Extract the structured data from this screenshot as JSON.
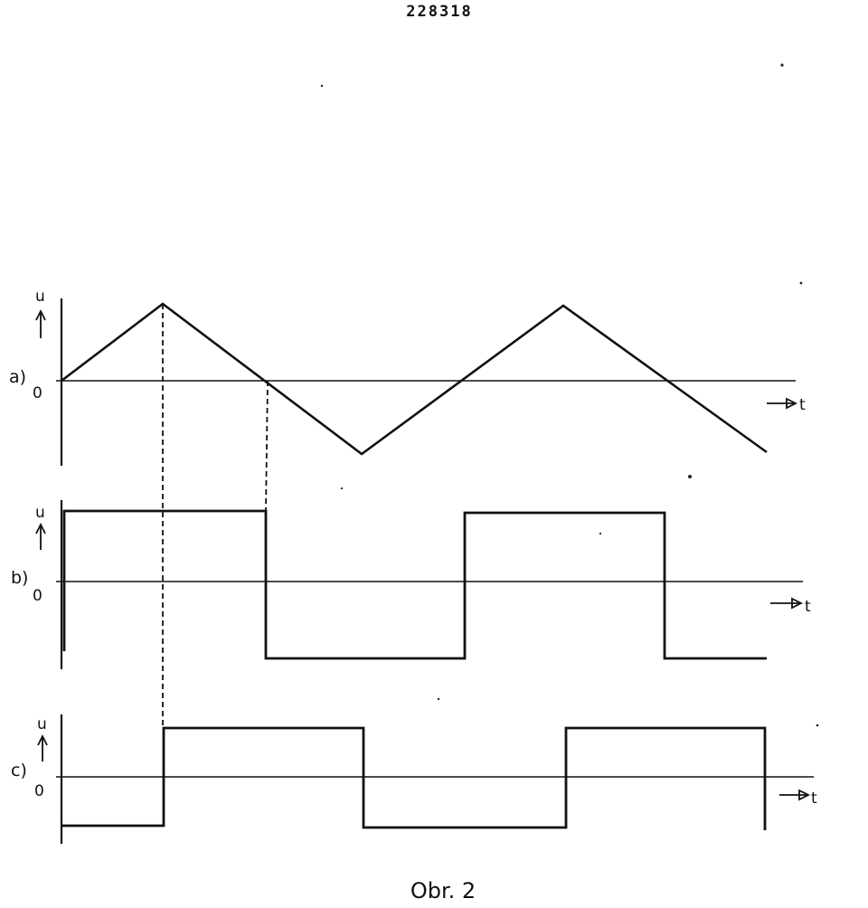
{
  "header": {
    "document_number": "228318"
  },
  "panels": [
    {
      "id": "a",
      "label": "a)",
      "y_axis_label": "u",
      "origin_label": "0",
      "x_axis_label": "t",
      "waveform": "triangle"
    },
    {
      "id": "b",
      "label": "b)",
      "y_axis_label": "u",
      "origin_label": "0",
      "x_axis_label": "t",
      "waveform": "square"
    },
    {
      "id": "c",
      "label": "c)",
      "y_axis_label": "u",
      "origin_label": "0",
      "x_axis_label": "t",
      "waveform": "square-shifted"
    }
  ],
  "caption": "Obr. 2",
  "colors": {
    "ink": "#111111",
    "paper": "#ffffff"
  }
}
